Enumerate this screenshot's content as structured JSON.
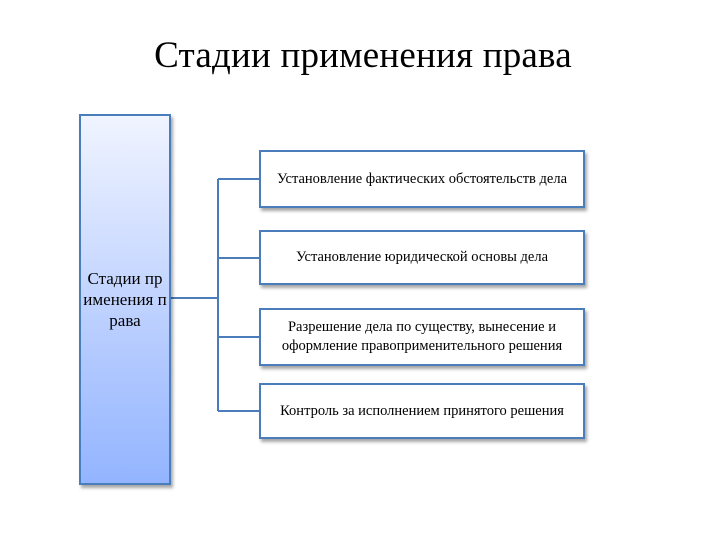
{
  "title": "Стадии применения права",
  "root": {
    "label": "Стадии применения права"
  },
  "stages": [
    {
      "label": "Установление фактических обстоятельств дела"
    },
    {
      "label": "Установление юридической основы дела"
    },
    {
      "label": "Разрешение дела по существу, вынесение и оформление правоприменительного решения"
    },
    {
      "label": "Контроль за исполнением принятого решения"
    }
  ],
  "colors": {
    "box_border": "#4a7ebb",
    "root_fill_top": "#f0f4ff",
    "root_fill_bottom": "#93b4ff",
    "connector": "#4a7ebb"
  }
}
